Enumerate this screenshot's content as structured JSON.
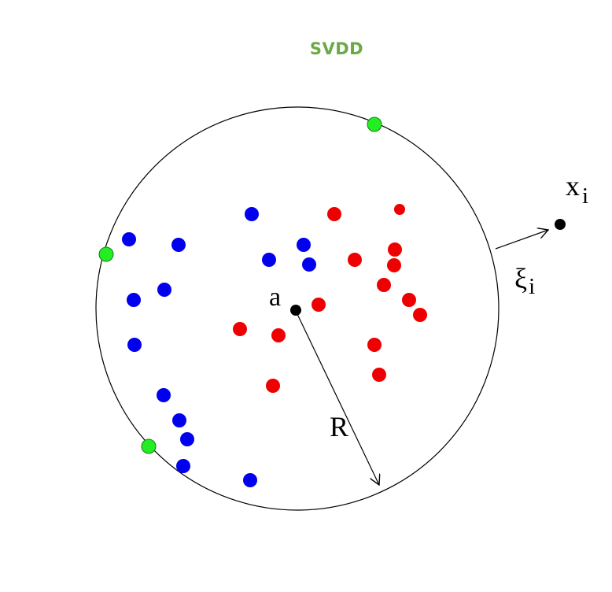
{
  "title": "SVDD",
  "colors": {
    "title": "#6aaa45",
    "boundary": "#000000",
    "class_a": "#0000ee",
    "class_b": "#ee0000",
    "support_vectors": "#22ee22",
    "center": "#000000"
  },
  "labels": {
    "center": "a",
    "radius": "R",
    "outlier_base": "x",
    "outlier_sub": "i",
    "slack_base": "ξ",
    "slack_sub": "i"
  }
}
